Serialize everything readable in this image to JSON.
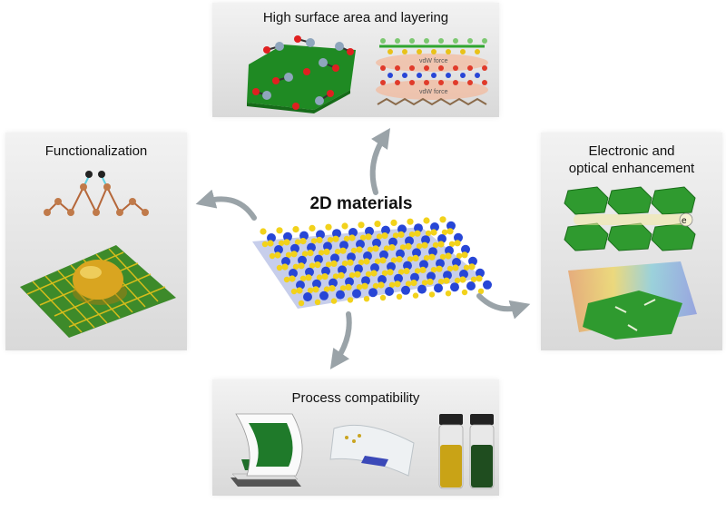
{
  "center": {
    "title": "2D materials"
  },
  "panels": {
    "top": {
      "title": "High surface area and layering",
      "vdw_label_1": "vdW force",
      "vdw_label_2": "vdW force"
    },
    "left": {
      "title": "Functionalization"
    },
    "right": {
      "title_line1": "Electronic and",
      "title_line2": "optical enhancement",
      "electron_label": "e"
    },
    "bottom": {
      "title": "Process compatibility"
    }
  },
  "colors": {
    "panel_bg": "#e3e3e3",
    "arrow": "#9aa3a8",
    "sulfur": "#f2d21b",
    "metal": "#2746d6",
    "green_sheet": "#2fa52f",
    "bond_brown": "#b5673a",
    "gold": "#d9a520"
  }
}
